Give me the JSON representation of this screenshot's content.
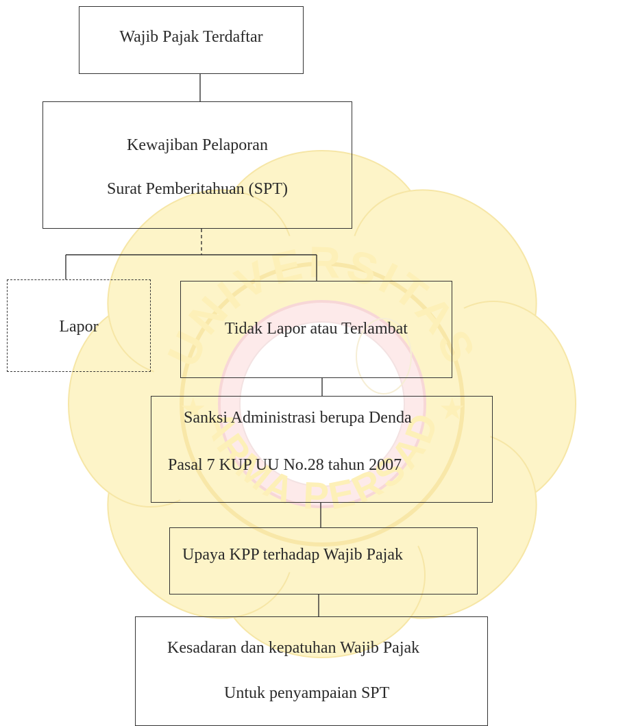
{
  "watermark": {
    "lettering_top": "UNIVERSITAS",
    "lettering_bottom": "DARMA PERSADA",
    "colors": {
      "petals": "#fdf4c8",
      "petal_outline": "#f6e6a6",
      "ring": "#fbe3e3",
      "text": "#fdf0b8"
    }
  },
  "nodes": {
    "registered": {
      "label": "Wajib Pajak Terdaftar"
    },
    "obligation": {
      "line1": "Kewajiban Pelaporan",
      "line2": "Surat Pemberitahuan (SPT)"
    },
    "report": {
      "label": "Lapor"
    },
    "no_report": {
      "label": "Tidak Lapor atau Terlambat"
    },
    "sanction": {
      "line1": "Sanksi Administrasi berupa Denda",
      "line2": "Pasal 7 KUP UU No.28 tahun 2007"
    },
    "kpp_effort": {
      "label": "Upaya KPP terhadap Wajib Pajak"
    },
    "awareness": {
      "line1": "Kesadaran dan kepatuhan Wajib Pajak",
      "line2": "Untuk penyampaian SPT"
    }
  },
  "colors": {
    "line": "#333333",
    "text": "#2a2a2a"
  }
}
